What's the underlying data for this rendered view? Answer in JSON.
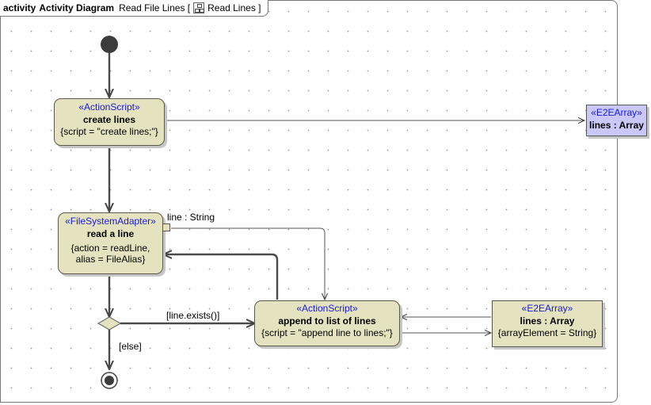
{
  "header": {
    "keyword": "activity",
    "name": "Activity Diagram",
    "subtitle": "Read File Lines [",
    "icon": "activity-diagram-icon",
    "reference": "Read Lines ]"
  },
  "nodes": {
    "create_lines": {
      "stereotype": "«ActionScript»",
      "name": "create lines",
      "props": [
        "{script = \"create lines;\"}"
      ]
    },
    "read_a_line": {
      "stereotype": "«FileSystemAdapter»",
      "name": "read a line",
      "props": [
        "{action = readLine,",
        "alias = FileAlias}"
      ]
    },
    "append": {
      "stereotype": "«ActionScript»",
      "name": "append to list of lines",
      "props": [
        "{script = \"append line to lines;\"}"
      ]
    },
    "lines_array_top": {
      "stereotype": "«E2EArray»",
      "name": "lines : Array"
    },
    "lines_array_bottom": {
      "stereotype": "«E2EArray»",
      "name": "lines : Array",
      "props": [
        "{arrayElement = String}"
      ]
    }
  },
  "labels": {
    "pin": "line : String",
    "guard_exists": "[line.exists()]",
    "guard_else": "[else]"
  },
  "colors": {
    "action_fill": "#e5e3bf",
    "object_fill_blue": "#c9c8f6",
    "stereotype_text": "#1a1ad8"
  }
}
